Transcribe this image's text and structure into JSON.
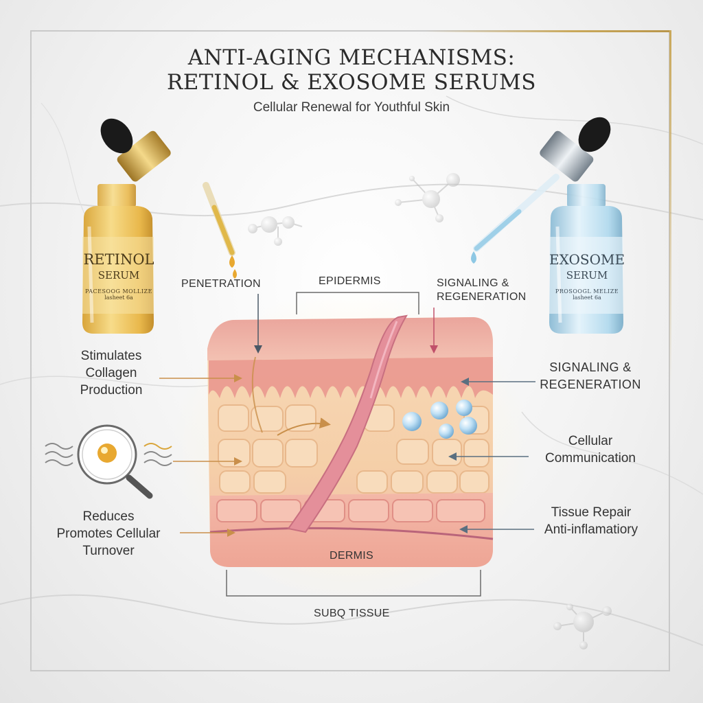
{
  "title": {
    "line1": "ANTI-AGING MECHANISMS:",
    "line2": "RETINOL & EXOSOME SERUMS",
    "subtitle": "Cellular Renewal for Youthful Skin"
  },
  "bottles": {
    "retinol": {
      "name": "RETINOL",
      "type": "SERUM",
      "fine1": "PACESOOG MOLLIZE",
      "fine2": "lasheet 6a"
    },
    "exosome": {
      "name": "EXOSOME",
      "type": "SERUM",
      "fine1": "PROSOOGL MELIZE",
      "fine2": "lasheet 6a"
    }
  },
  "skin_labels": {
    "top_left": "PENETRATION",
    "top_center": "EPIDERMIS",
    "top_right_1": "SIGNALING &",
    "top_right_2": "REGENERATION",
    "bottom_center": "DERMIS",
    "bottom": "SUBQ TISSUE"
  },
  "left_callouts": {
    "collagen": [
      "Stimulates",
      "Collagen",
      "Production"
    ],
    "turnover": [
      "Reduces",
      "Promotes Cellular",
      "Turnover"
    ]
  },
  "right_callouts": {
    "signaling": [
      "SIGNALING &",
      "REGENERATION"
    ],
    "communication": [
      "Cellular",
      "Communication"
    ],
    "repair": [
      "Tissue Repair",
      "Anti-inflamatiory"
    ]
  },
  "colors": {
    "retinol_gold": "#e8b84a",
    "exosome_blue": "#a9d3e8",
    "skin_pink": "#f1a9a0",
    "frame_gold": "#c9a85a"
  },
  "icons": [
    "molecule-icon",
    "magnifier-icon",
    "wave-icon",
    "dropper-icon"
  ]
}
